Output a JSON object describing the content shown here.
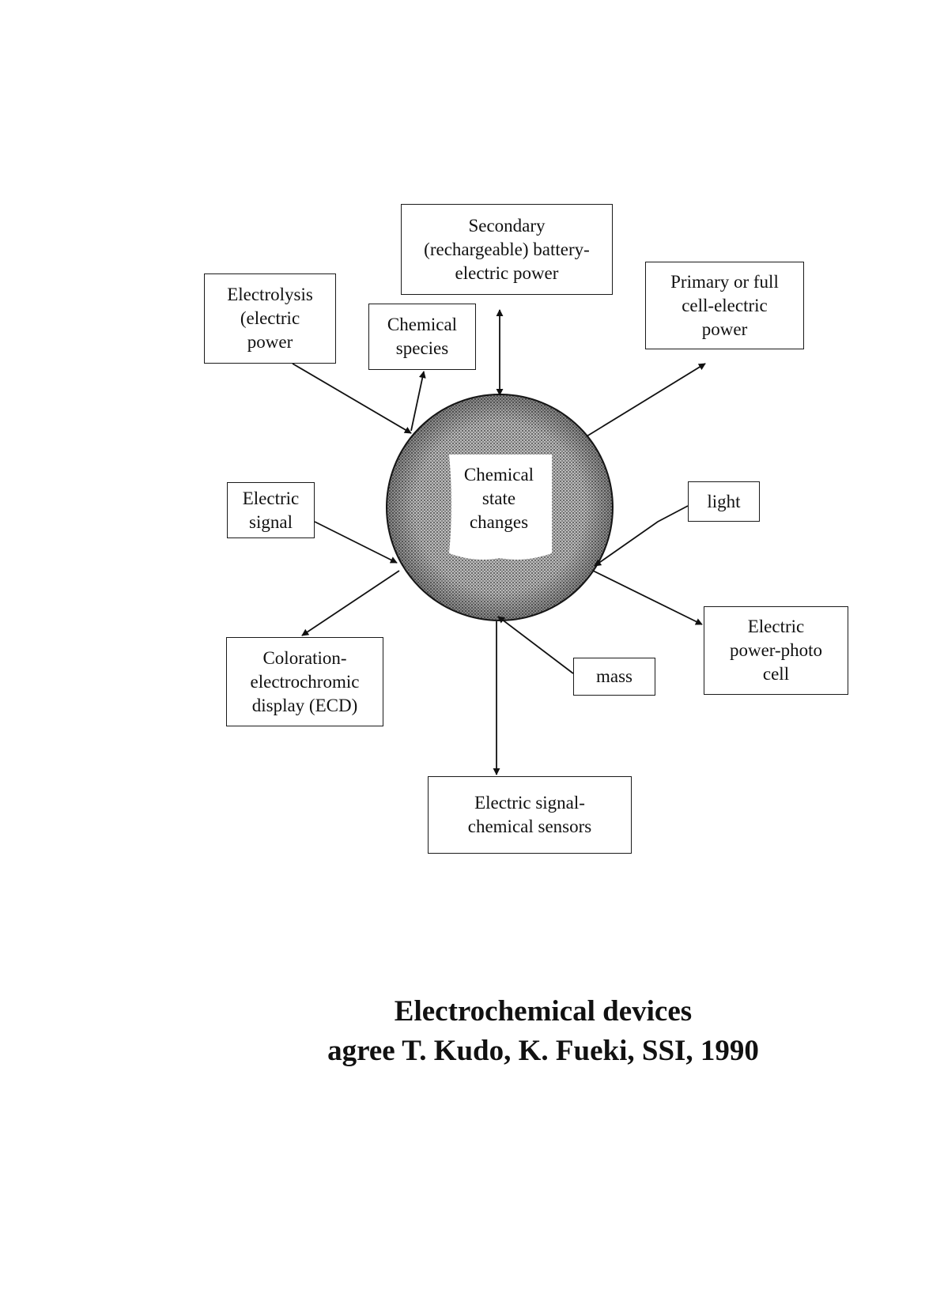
{
  "diagram": {
    "center_label": "Chemical\nstate\nchanges",
    "nodes": {
      "secondary_battery": "Secondary\n(rechargeable) battery-\nelectric power",
      "electrolysis": "Electrolysis\n(electric\npower",
      "chemical_species": "Chemical\nspecies",
      "primary_cell": "Primary or full\ncell-electric\npower",
      "electric_signal": "Electric\nsignal",
      "light": "light",
      "coloration_ecd": "Coloration-\nelectrochromic\ndisplay (ECD)",
      "mass": "mass",
      "photo_cell": "Electric\npower-photo\ncell",
      "chemical_sensors": "Electric signal-\nchemical sensors"
    }
  },
  "caption": {
    "line1": "Electrochemical devices",
    "line2": "agree T. Kudo, K. Fueki, SSI, 1990"
  }
}
